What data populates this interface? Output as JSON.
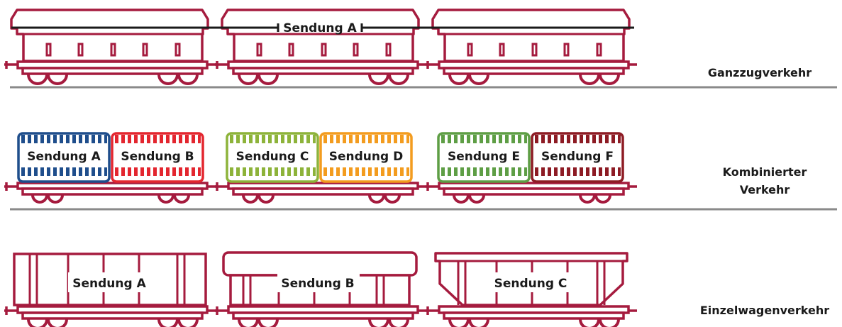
{
  "colors": {
    "wagon": "#a51b3e",
    "rail": "#8a8a8a",
    "text": "#1a1a1a",
    "container_a": "#1f4e8c",
    "container_b": "#e3262f",
    "container_c": "#8db33a",
    "container_d": "#f39c1f",
    "container_e": "#5e9e45",
    "container_f": "#8d1b24"
  },
  "rows": {
    "ganzzug": {
      "label": "Ganzzugverkehr",
      "shipment": "Sendung A"
    },
    "kombiniert": {
      "label_line1": "Kombinierter",
      "label_line2": "Verkehr",
      "containers": [
        "Sendung A",
        "Sendung B",
        "Sendung C",
        "Sendung D",
        "Sendung E",
        "Sendung F"
      ]
    },
    "einzelwagen": {
      "label": "Einzelwagenverkehr",
      "wagons": [
        "Sendung A",
        "Sendung B",
        "Sendung C"
      ]
    }
  }
}
